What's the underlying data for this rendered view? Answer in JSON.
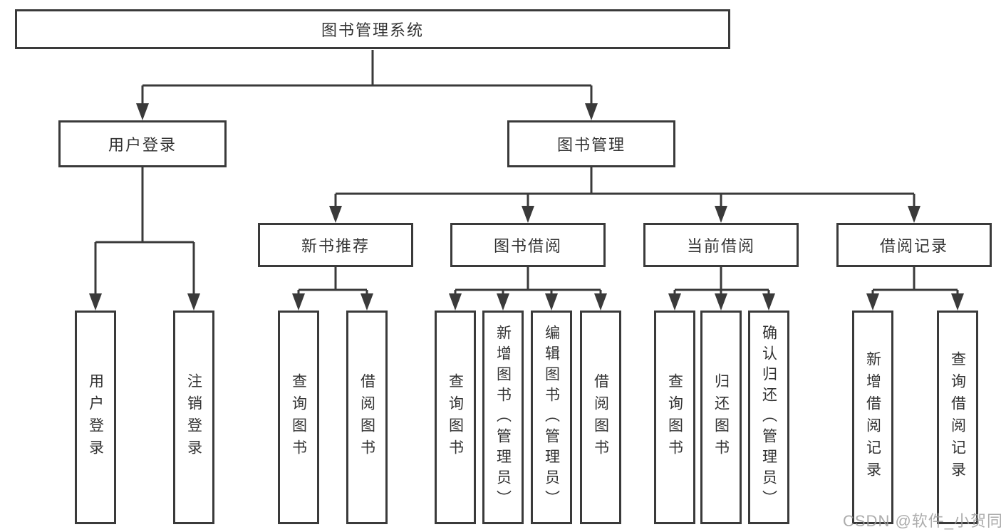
{
  "diagram": {
    "title": "图书管理系统",
    "level2": {
      "user_login_group": "用户登录",
      "book_mgmt": "图书管理"
    },
    "level3": {
      "new_book": "新书推荐",
      "book_borrow": "图书借阅",
      "current_borrow": "当前借阅",
      "borrow_record": "借阅记录"
    },
    "leaves": {
      "user_login": "用户登录",
      "logout": "注销登录",
      "nb_query": "查询图书",
      "nb_borrow": "借阅图书",
      "bb_query": "查询图书",
      "bb_add": "新增图书（管理员）",
      "bb_edit": "编辑图书（管理员）",
      "bb_borrow": "借阅图书",
      "cb_query": "查询图书",
      "cb_return": "归还图书",
      "cb_confirm": "确认归还（管理员）",
      "br_add": "新增借阅记录",
      "br_query": "查询借阅记录"
    }
  },
  "watermark": "CSDN @软件_小贺同学",
  "colors": {
    "line": "#3a3a3a",
    "text": "#333333",
    "watermark": "#9e9e9e",
    "background": "#ffffff"
  }
}
